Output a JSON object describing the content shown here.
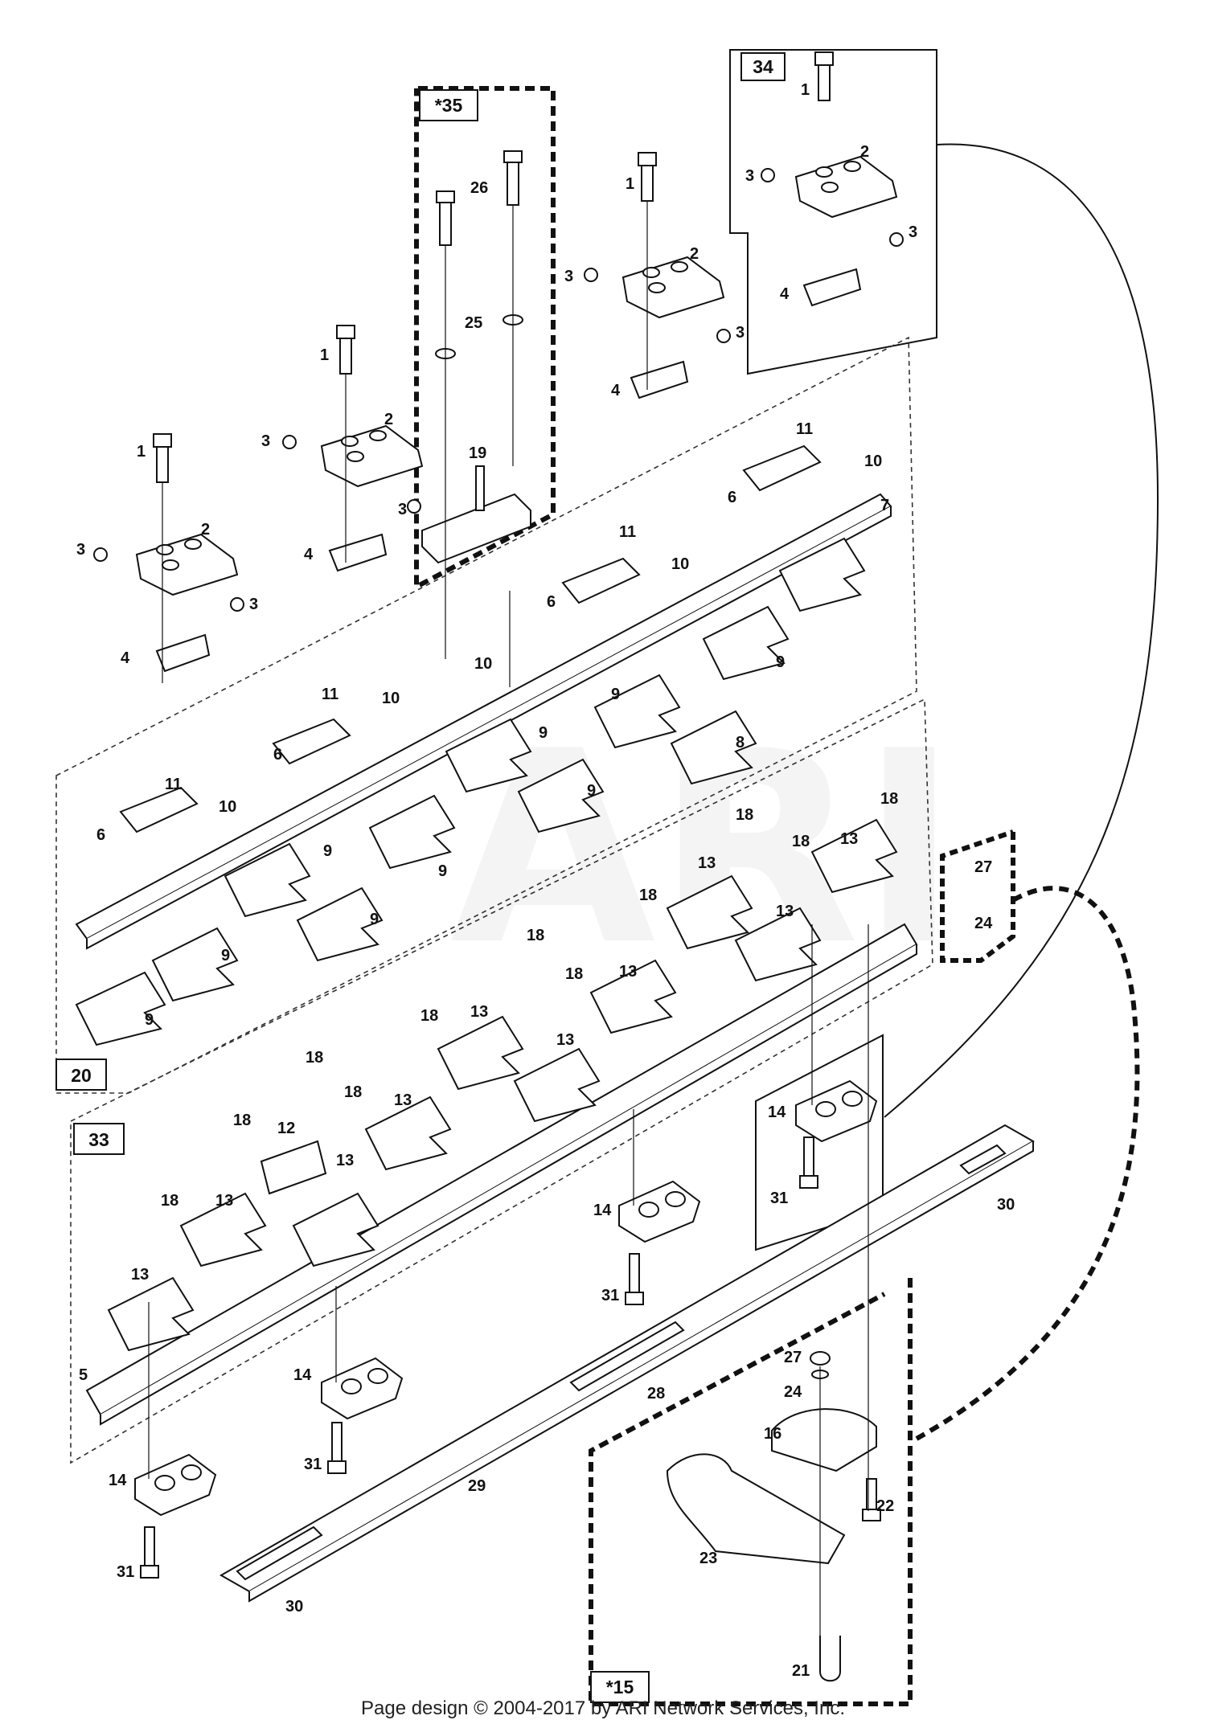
{
  "watermark": "ARI",
  "footer": "Page design © 2004-2017 by ARI Network Services, Inc.",
  "group_boxes": [
    {
      "id": "g34",
      "label": "34"
    },
    {
      "id": "g35",
      "label": "*35"
    },
    {
      "id": "g20",
      "label": "20"
    },
    {
      "id": "g33",
      "label": "33"
    },
    {
      "id": "g15",
      "label": "*15"
    }
  ],
  "callouts": {
    "bolt": "1",
    "clip": "2",
    "nut": "3",
    "guard": "4",
    "sickle_bar": "5",
    "hold_down": "6",
    "knife_back": "7",
    "section_end": "8",
    "section": "9",
    "rivet_short": "10",
    "rivet_long": "11",
    "section_12": "12",
    "section_13": "13",
    "shoe": "14",
    "kit_15": "15",
    "bracket": "16",
    "rivet_18": "18",
    "pin": "19",
    "knife_asm": "20",
    "u_bolt": "21",
    "bolt_22": "22",
    "spring": "23",
    "washer": "24",
    "washer_25": "25",
    "bolt_26": "26",
    "nut_27": "27",
    "wear_plate": "28",
    "skid": "29",
    "skid_end": "30",
    "shoe_bolt": "31"
  }
}
